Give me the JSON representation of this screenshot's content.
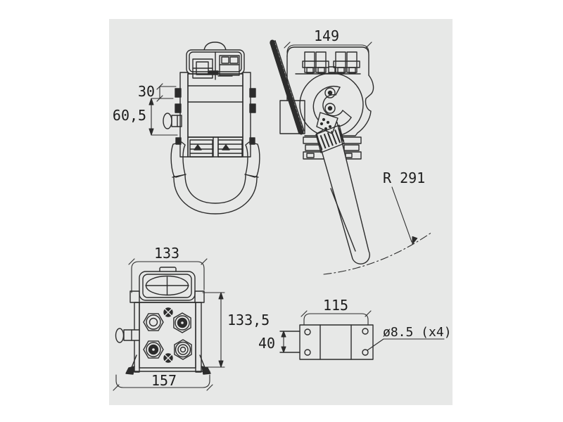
{
  "drawing": {
    "type": "technical-dimension-drawing",
    "views": [
      "front",
      "side",
      "bottom",
      "mounting-plate"
    ]
  },
  "colors": {
    "panel": "#e7e8e7",
    "line": "#2c2c2c",
    "text": "#1c1c1c",
    "page": "#ffffff"
  },
  "dims": {
    "front_offset_top": "30",
    "front_height": "60,5",
    "side_width": "149",
    "lever_radius": "R 291",
    "bottom_width_top": "133",
    "bottom_height": "133,5",
    "bottom_width_overall": "157",
    "plate_width": "115",
    "plate_height": "40",
    "plate_holes": "ø8.5 (x4)"
  }
}
